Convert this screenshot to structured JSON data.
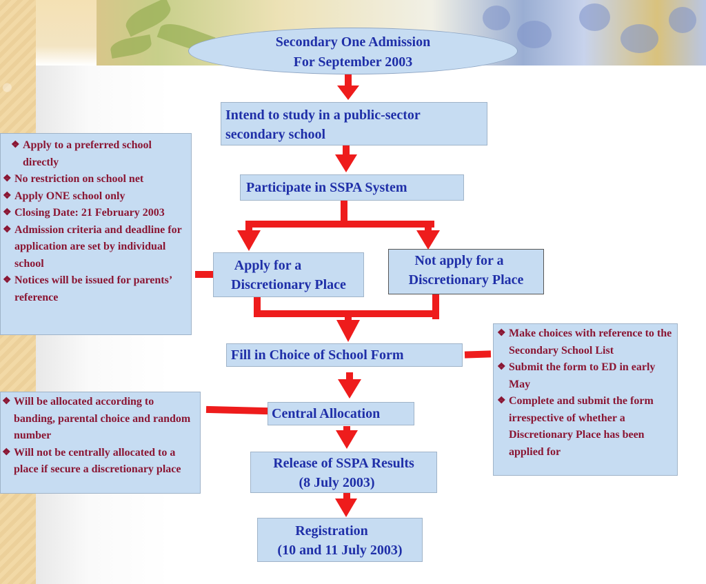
{
  "title": {
    "line1": "Secondary One Admission",
    "line2": "For September 2003"
  },
  "nodes": {
    "intend": {
      "line1": "Intend to study in a  public-sector",
      "line2": "secondary school"
    },
    "sspa": {
      "label": "Participate in SSPA System"
    },
    "apply": {
      "line1": "Apply for a",
      "line2": "Discretionary Place"
    },
    "not_apply": {
      "line1": "Not apply for a",
      "line2": "Discretionary Place"
    },
    "fill_form": {
      "label": "Fill in Choice of School Form"
    },
    "central": {
      "label": "Central Allocation"
    },
    "release": {
      "line1": "Release of SSPA Results",
      "line2": "(8 July 2003)"
    },
    "registration": {
      "line1": "Registration",
      "line2": "(10 and 11 July 2003)"
    }
  },
  "notes": {
    "discretionary": [
      "Apply to a   preferred school directly",
      "No restriction on school net",
      "Apply ONE school  only",
      "Closing Date: 21 February 2003",
      "Admission criteria  and deadline for application are set by individual school",
      "Notices will be issued   for parents’  reference"
    ],
    "choice_form": [
      " Make choices with reference to the Secondary School List",
      "Submit the form to ED in early  May",
      "Complete and submit the form  irrespective of whether a Discretionary Place has been applied for"
    ],
    "allocation": [
      "Will be allocated according to banding, parental choice and random number",
      "Will not be centrally allocated to a place if secure a discretionary place"
    ]
  },
  "colors": {
    "box_fill": "#c6dcf2",
    "node_text": "#1f2fa8",
    "note_text": "#8a1633",
    "arrow": "#ee1c1c"
  }
}
